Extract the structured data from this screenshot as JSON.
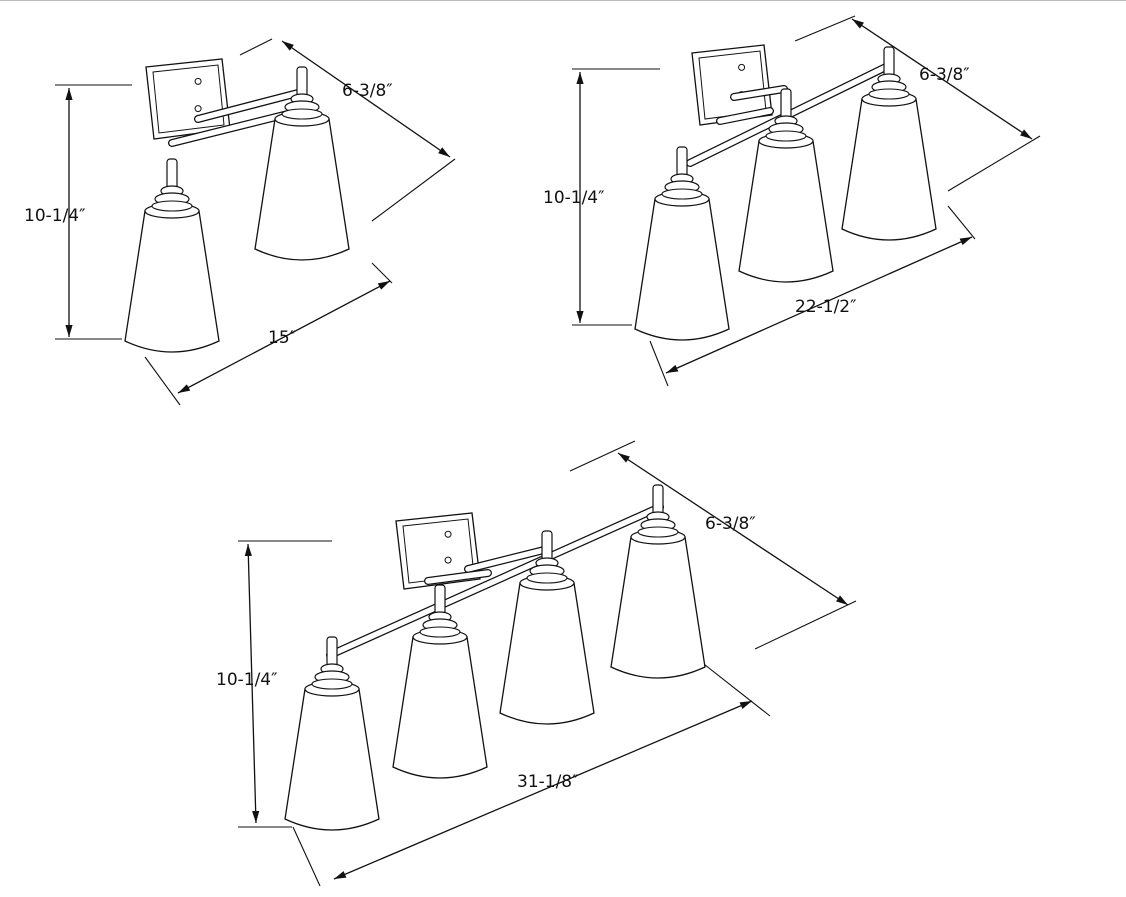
{
  "figures": [
    {
      "name": "two-light",
      "height": "10-1/4″",
      "depth": "6-3/8″",
      "width": "15″",
      "lights": 2
    },
    {
      "name": "three-light",
      "height": "10-1/4″",
      "depth": "6-3/8″",
      "width": "22-1/2″",
      "lights": 3
    },
    {
      "name": "four-light",
      "height": "10-1/4″",
      "depth": "6-3/8″",
      "width": "31-1/8″",
      "lights": 4
    }
  ],
  "colors": {
    "line": "#111111",
    "fill": "#ffffff"
  }
}
